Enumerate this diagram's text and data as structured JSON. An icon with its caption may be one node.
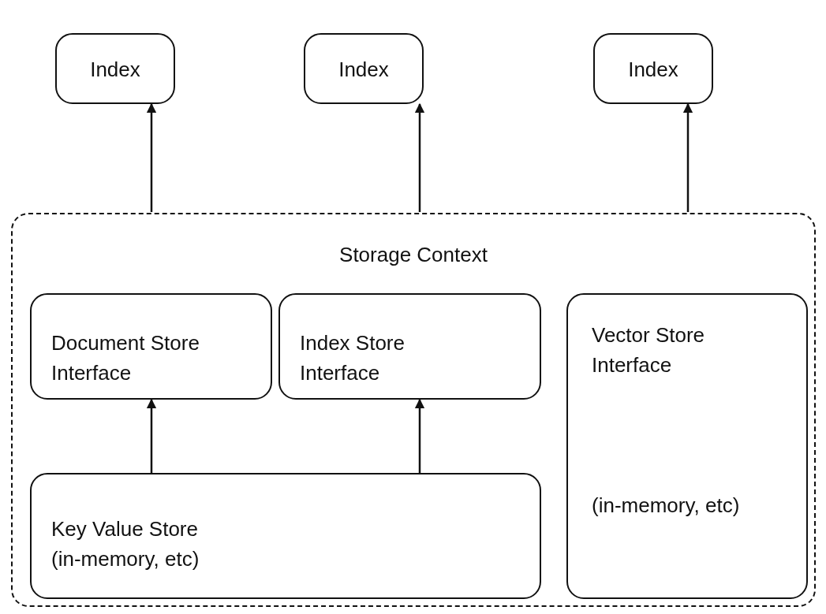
{
  "diagram": {
    "nodes": [
      {
        "text": [
          "Index"
        ]
      },
      {
        "text": [
          "Index"
        ]
      },
      {
        "text": [
          "Index"
        ]
      },
      {
        "text": [
          "Storage Context"
        ]
      },
      {
        "text": [
          "Document Store Interface"
        ],
        "in": 3
      },
      {
        "text": [
          "Index Store Interface"
        ],
        "in": 3
      },
      {
        "text": [
          "Vector Store Interface",
          "(in-memory, etc)"
        ],
        "in": 3
      },
      {
        "text": [
          "Key Value Store",
          "(in-memory, etc)"
        ],
        "in": 3
      }
    ],
    "edges": [
      {
        "from": 3,
        "to": 0,
        "arrow": "to"
      },
      {
        "from": 3,
        "to": 1,
        "arrow": "to"
      },
      {
        "from": 3,
        "to": 2,
        "arrow": "to"
      },
      {
        "from": 7,
        "to": 4,
        "arrow": "to"
      },
      {
        "from": 7,
        "to": 5,
        "arrow": "to"
      }
    ]
  }
}
